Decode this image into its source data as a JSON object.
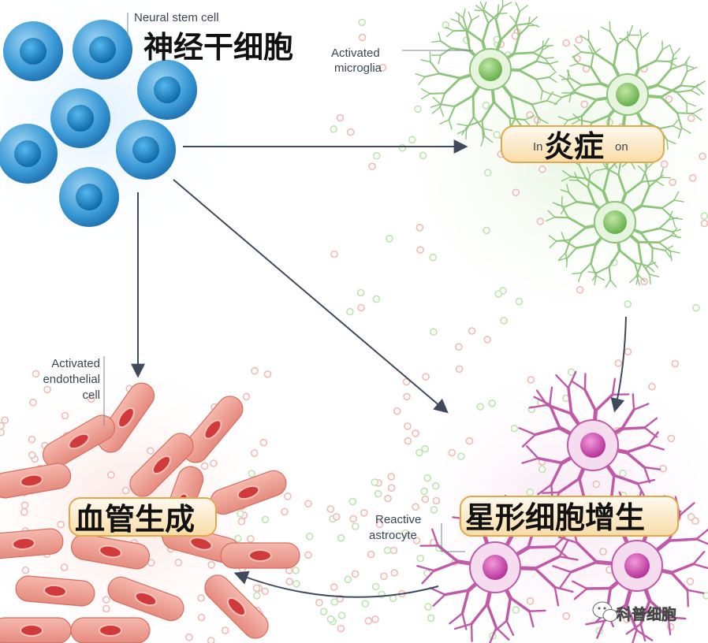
{
  "labels": {
    "neural_stem_cell_en": "Neural stem cell",
    "neural_stem_cell_cn": "神经干细胞",
    "activated_microglia_line1": "Activated",
    "activated_microglia_line2": "microglia",
    "inflammation_en_left": "In",
    "inflammation_en_right": "on",
    "inflammation_cn": "炎症",
    "activated_endothelial_line1": "Activated",
    "activated_endothelial_line2": "endothelial",
    "activated_endothelial_line3": "cell",
    "angiogenesis_cn": "血管生成",
    "reactive_astrocyte_line1": "Reactive",
    "reactive_astrocyte_line2": "astrocyte",
    "astrocyte_proliferation_cn": "星形细胞增生"
  },
  "watermark": {
    "text": "科普细胞",
    "icon": "wechat-icon"
  },
  "colors": {
    "stem_cell": "#2f8fcf",
    "microglia": "#8cc47a",
    "astrocyte": "#c05aa8",
    "endothelial": "#e8978c",
    "arrow": "#3f4a5c",
    "label_box": "#fbe6b8"
  }
}
